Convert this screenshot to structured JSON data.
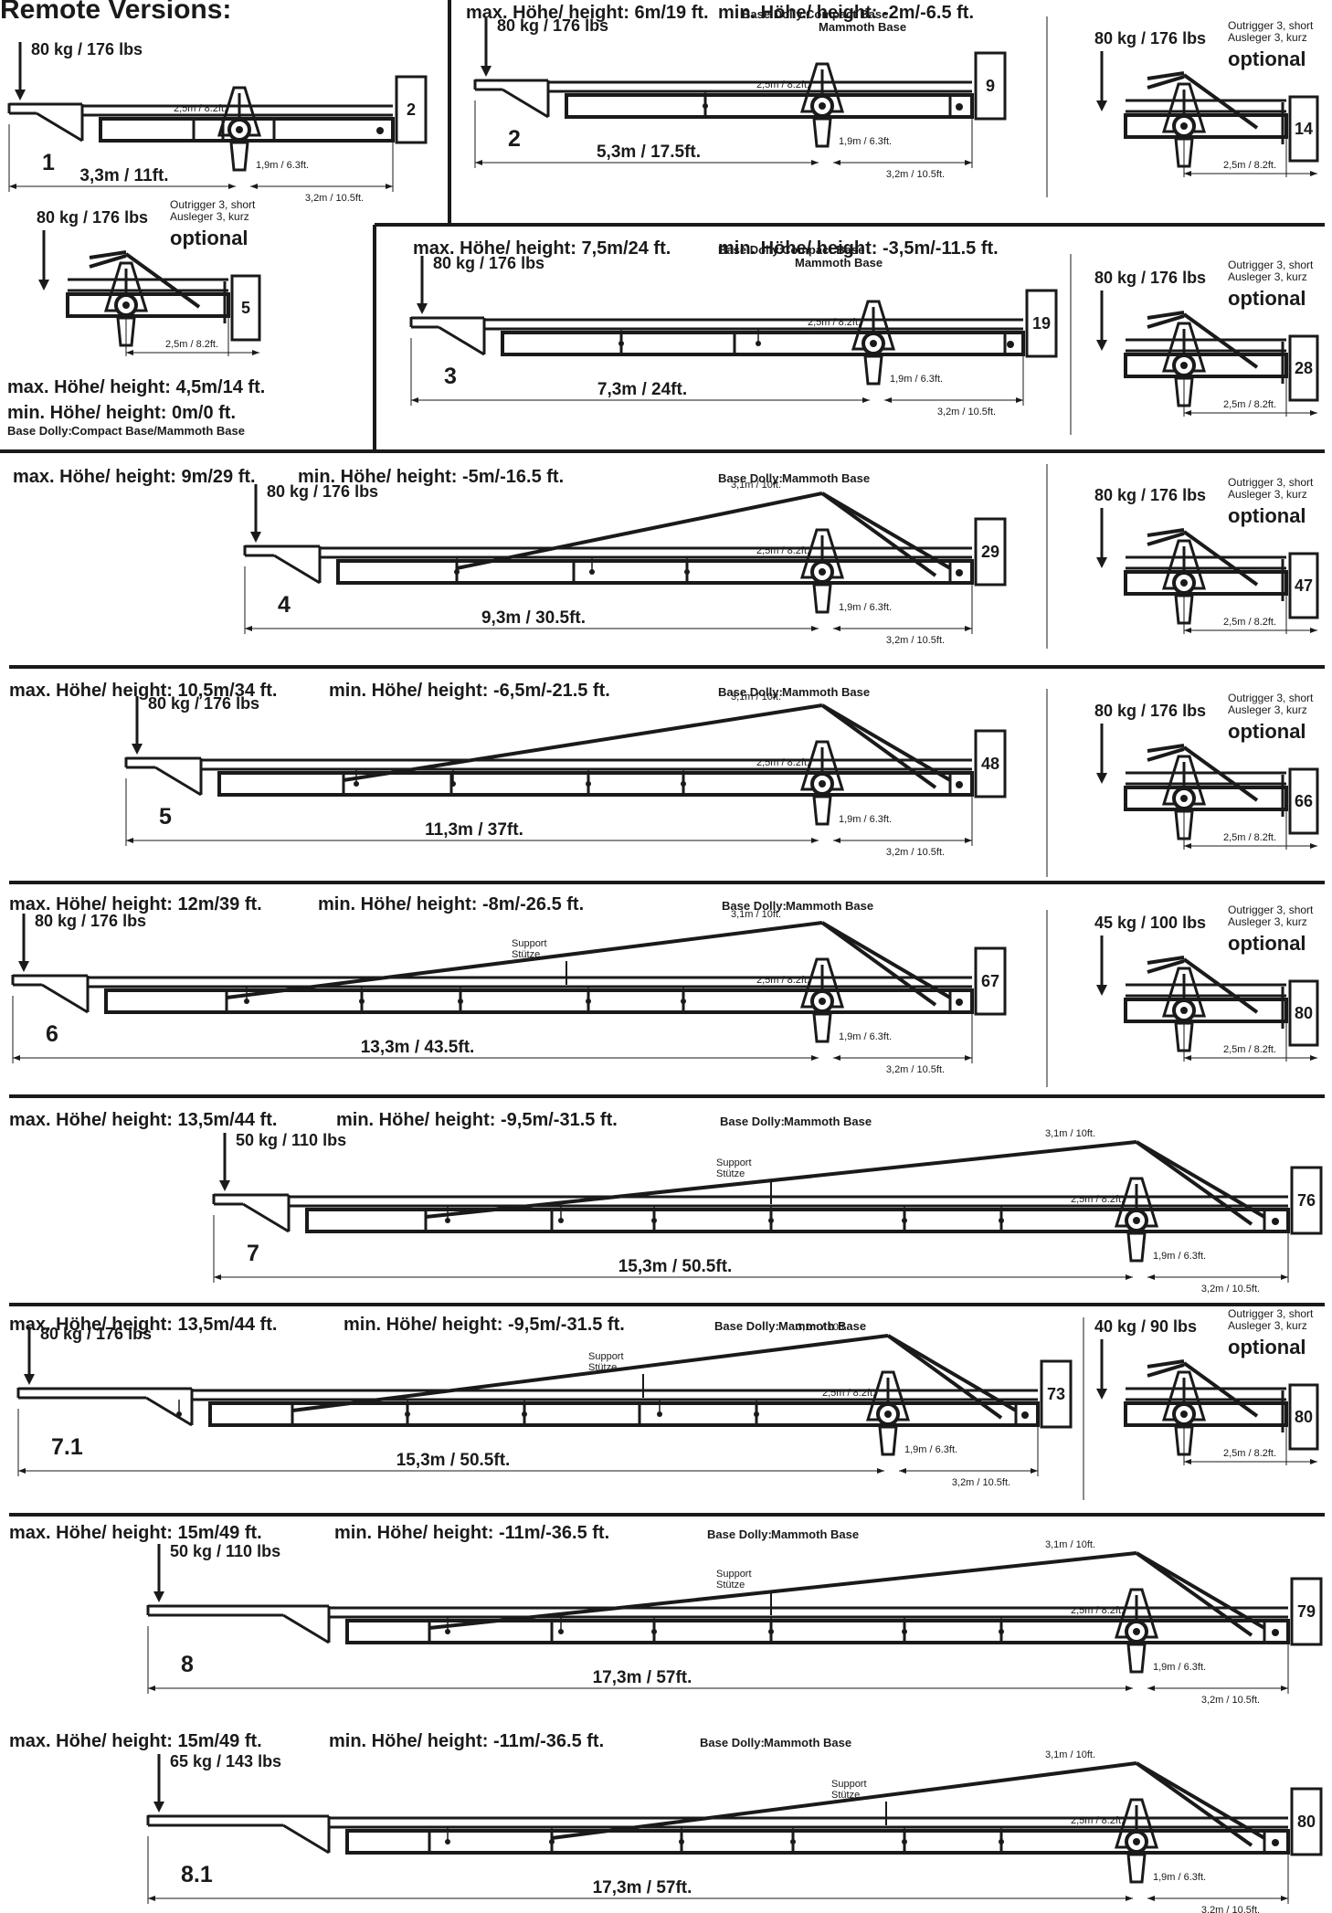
{
  "page": {
    "title": "Remote Versions:"
  },
  "common": {
    "base_dolly_label": "Base Dolly:",
    "outrigger_line1": "Outrigger 3, short",
    "outrigger_line2": "Ausleger 3, kurz",
    "optional": "optional",
    "support_line1": "Support",
    "support_line2": "Stütze",
    "rear_dim": "3,2m / 10.5ft.",
    "pivot_dim": "1,9m / 6.3ft.",
    "upper_dim": "2,5m / 8.2ft.",
    "mast_dim": "3,1m / 10ft.",
    "option_dim": "2,5m / 8.2ft."
  },
  "versions": [
    {
      "id": "1",
      "max": "",
      "min": "",
      "base": "",
      "load": "80 kg / 176 lbs",
      "total": "3,3m / 11ft.",
      "weight": "2"
    },
    {
      "id": "2",
      "max": "max. Höhe/ height: 6m/19 ft.",
      "min": "min. Höhe/ height: -2m/-6.5 ft.",
      "base": "Compact Base",
      "base2": "Mammoth Base",
      "load": "80 kg / 176 lbs",
      "total": "5,3m / 17.5ft.",
      "weight": "9",
      "opt_load": "80 kg / 176 lbs",
      "opt_weight": "14"
    },
    {
      "id": "3",
      "max": "max. Höhe/ height: 7,5m/24 ft.",
      "min": "min. Höhe/ height: -3,5m/-11.5 ft.",
      "base": "Compact Base",
      "base2": "Mammoth Base",
      "load": "80 kg / 176 lbs",
      "total": "7,3m / 24ft.",
      "weight": "19",
      "opt_load": "80 kg / 176 lbs",
      "opt_weight": "28"
    },
    {
      "id": "4",
      "max": "max. Höhe/ height: 9m/29 ft.",
      "min": "min. Höhe/ height: -5m/-16.5 ft.",
      "base": "Mammoth Base",
      "load": "80 kg / 176 lbs",
      "total": "9,3m / 30.5ft.",
      "weight": "29",
      "opt_load": "80 kg / 176 lbs",
      "opt_weight": "47"
    },
    {
      "id": "5",
      "max": "max. Höhe/ height: 10,5m/34 ft.",
      "min": "min. Höhe/ height: -6,5m/-21.5 ft.",
      "base": "Mammoth Base",
      "load": "80 kg / 176 lbs",
      "total": "11,3m / 37ft.",
      "weight": "48",
      "opt_load": "80 kg / 176 lbs",
      "opt_weight": "66"
    },
    {
      "id": "6",
      "max": "max. Höhe/ height: 12m/39 ft.",
      "min": "min. Höhe/ height: -8m/-26.5 ft.",
      "base": "Mammoth Base",
      "load": "80 kg / 176 lbs",
      "total": "13,3m / 43.5ft.",
      "weight": "67",
      "opt_load": "45 kg / 100 lbs",
      "opt_weight": "80"
    },
    {
      "id": "7",
      "max": "max. Höhe/ height: 13,5m/44 ft.",
      "min": "min. Höhe/ height: -9,5m/-31.5 ft.",
      "base": "Mammoth Base",
      "load": "50 kg / 110 lbs",
      "total": "15,3m / 50.5ft.",
      "weight": "76"
    },
    {
      "id": "7.1",
      "max": "max. Höhe/ height: 13,5m/44 ft.",
      "min": "min. Höhe/ height: -9,5m/-31.5 ft.",
      "base": "Mammoth Base",
      "load": "80 kg / 176 lbs",
      "total": "15,3m / 50.5ft.",
      "weight": "73",
      "opt_load": "40 kg / 90 lbs",
      "opt_weight": "80"
    },
    {
      "id": "8",
      "max": "max. Höhe/ height: 15m/49 ft.",
      "min": "min. Höhe/ height: -11m/-36.5 ft.",
      "base": "Mammoth Base",
      "load": "50 kg / 110 lbs",
      "total": "17,3m / 57ft.",
      "weight": "79"
    },
    {
      "id": "8.1",
      "max": "max. Höhe/ height: 15m/49 ft.",
      "min": "min. Höhe/ height: -11m/-36.5 ft.",
      "base": "Mammoth Base",
      "load": "65 kg / 143 lbs",
      "total": "17,3m / 57ft.",
      "weight": "80"
    }
  ],
  "v1_specs": {
    "optional_load": "80 kg / 176 lbs",
    "optional_weight": "5",
    "max": "max. Höhe/ height: 4,5m/14 ft.",
    "min": "min. Höhe/ height: 0m/0 ft.",
    "base": "Compact Base/Mammoth Base"
  }
}
